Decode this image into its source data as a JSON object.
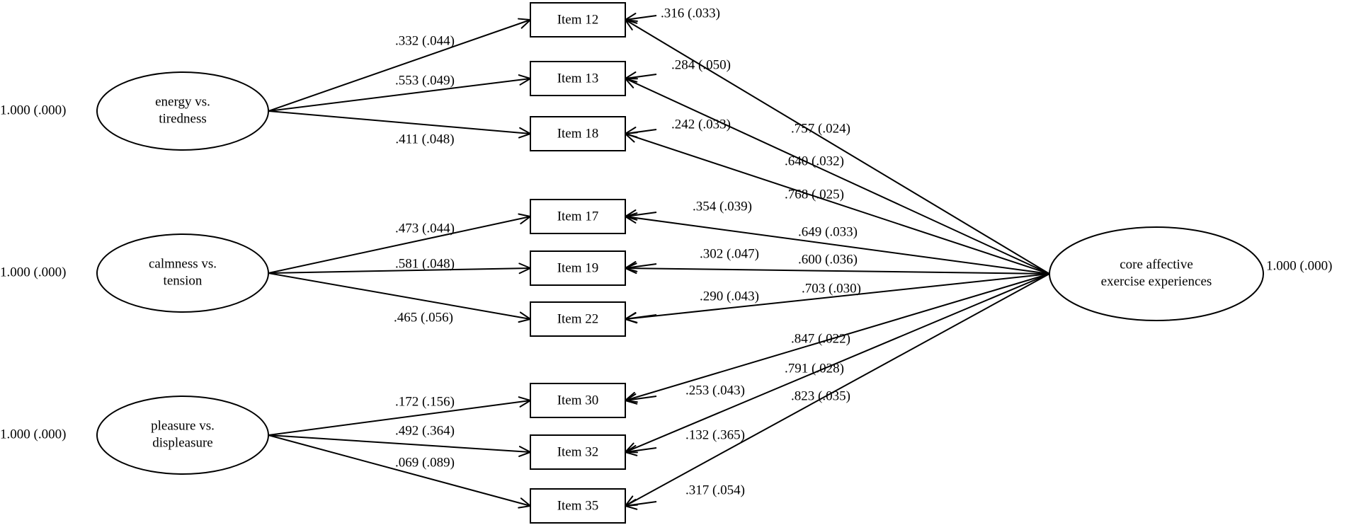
{
  "factors": [
    {
      "id": "energy",
      "lines": [
        "energy vs.",
        "tiredness"
      ],
      "variance": "1.000  (.000)"
    },
    {
      "id": "calmness",
      "lines": [
        "calmness vs.",
        "tension"
      ],
      "variance": "1.000  (.000)"
    },
    {
      "id": "pleasure",
      "lines": [
        "pleasure vs.",
        "displeasure"
      ],
      "variance": "1.000  (.000)"
    },
    {
      "id": "core",
      "lines": [
        "core affective",
        "exercise experiences"
      ],
      "variance": "1.000  (.000)"
    }
  ],
  "items": [
    {
      "id": "i12",
      "label": "Item 12",
      "residual": ".316  (.033)"
    },
    {
      "id": "i13",
      "label": "Item 13",
      "residual": ".284  (.050)"
    },
    {
      "id": "i18",
      "label": "Item 18",
      "residual": ".242  (.033)"
    },
    {
      "id": "i17",
      "label": "Item 17",
      "residual": ".354  (.039)"
    },
    {
      "id": "i19",
      "label": "Item 19",
      "residual": ".302  (.047)"
    },
    {
      "id": "i22",
      "label": "Item 22",
      "residual": ".290  (.043)"
    },
    {
      "id": "i30",
      "label": "Item 30",
      "residual": ".253  (.043)"
    },
    {
      "id": "i32",
      "label": "Item 32",
      "residual": ".132  (.365)"
    },
    {
      "id": "i35",
      "label": "Item 35",
      "residual": ".317  (.054)"
    }
  ],
  "loadings": [
    {
      "from": "energy",
      "to": "i12",
      "label": ".332  (.044)"
    },
    {
      "from": "energy",
      "to": "i13",
      "label": ".553  (.049)"
    },
    {
      "from": "energy",
      "to": "i18",
      "label": ".411  (.048)"
    },
    {
      "from": "calmness",
      "to": "i17",
      "label": ".473  (.044)"
    },
    {
      "from": "calmness",
      "to": "i19",
      "label": ".581  (.048)"
    },
    {
      "from": "calmness",
      "to": "i22",
      "label": ".465  (.056)"
    },
    {
      "from": "pleasure",
      "to": "i30",
      "label": ".172  (.156)"
    },
    {
      "from": "pleasure",
      "to": "i32",
      "label": ".492  (.364)"
    },
    {
      "from": "pleasure",
      "to": "i35",
      "label": ".069  (.089)"
    },
    {
      "from": "core",
      "to": "i12",
      "label": ".757  (.024)"
    },
    {
      "from": "core",
      "to": "i13",
      "label": ".640  (.032)"
    },
    {
      "from": "core",
      "to": "i18",
      "label": ".768  (.025)"
    },
    {
      "from": "core",
      "to": "i17",
      "label": ".649  (.033)"
    },
    {
      "from": "core",
      "to": "i19",
      "label": ".600  (.036)"
    },
    {
      "from": "core",
      "to": "i22",
      "label": ".703  (.030)"
    },
    {
      "from": "core",
      "to": "i30",
      "label": ".847  (.022)"
    },
    {
      "from": "core",
      "to": "i32",
      "label": ".791  (.028)"
    },
    {
      "from": "core",
      "to": "i35",
      "label": ".823  (.035)"
    }
  ]
}
